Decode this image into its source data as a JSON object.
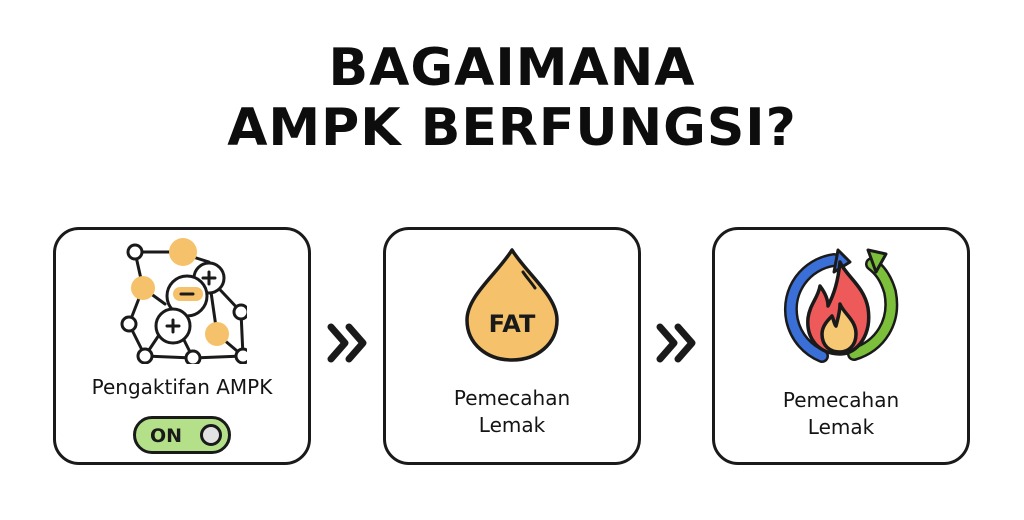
{
  "title": {
    "line1": "BAGAIMANA",
    "line2": "AMPK BERFUNGSI?"
  },
  "steps": [
    {
      "label": "Pengaktifan AMPK",
      "icon": "molecule-network-icon",
      "toggle": {
        "text": "ON",
        "state": "on"
      }
    },
    {
      "label_line1": "Pemecahan",
      "label_line2": "Lemak",
      "icon": "fat-droplet-icon",
      "icon_text": "FAT"
    },
    {
      "label_line1": "Pemecahan",
      "label_line2": "Lemak",
      "icon": "fire-cycle-icon"
    }
  ],
  "connector_icon": "double-chevron-right-icon",
  "colors": {
    "orange_accent": "#F5C26B",
    "toggle_green": "#B5E08A",
    "flame_red": "#EE5A5A",
    "flame_yellow": "#F7C873",
    "arrow_blue": "#3A6FD8",
    "arrow_green": "#7BBF3A",
    "outline": "#1A1A1A"
  }
}
